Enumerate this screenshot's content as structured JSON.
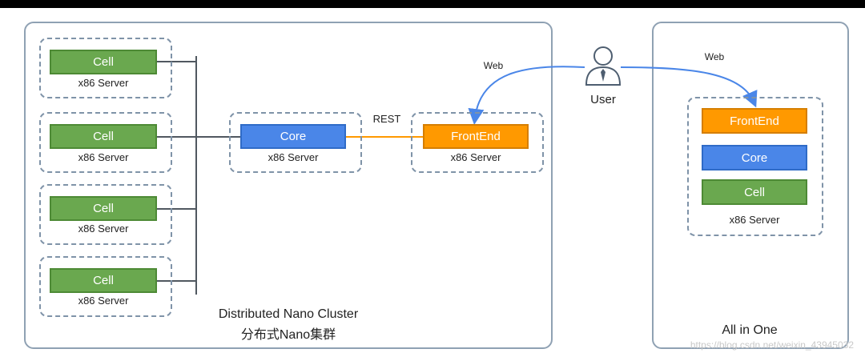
{
  "distributed": {
    "cluster_title": "Distributed Nano Cluster",
    "cluster_subtitle": "分布式Nano集群",
    "cell_nodes": [
      {
        "cell_label": "Cell",
        "server_label": "x86 Server"
      },
      {
        "cell_label": "Cell",
        "server_label": "x86 Server"
      },
      {
        "cell_label": "Cell",
        "server_label": "x86 Server"
      },
      {
        "cell_label": "Cell",
        "server_label": "x86 Server"
      }
    ],
    "core_node": {
      "label": "Core",
      "server_label": "x86 Server"
    },
    "frontend_node": {
      "label": "FrontEnd",
      "server_label": "x86 Server"
    },
    "rest_label": "REST",
    "web_label": "Web"
  },
  "user": {
    "label": "User"
  },
  "all_in_one": {
    "title": "All in One",
    "web_label": "Web",
    "frontend_label": "FrontEnd",
    "core_label": "Core",
    "cell_label": "Cell",
    "server_label": "x86 Server"
  },
  "watermark": "https://blog.csdn.net/weixin_43945032",
  "colors": {
    "cell": "#6aa84f",
    "core": "#4a86e8",
    "frontend": "#ff9900",
    "rest_link": "#ff9900",
    "web_link": "#4a86e8"
  }
}
